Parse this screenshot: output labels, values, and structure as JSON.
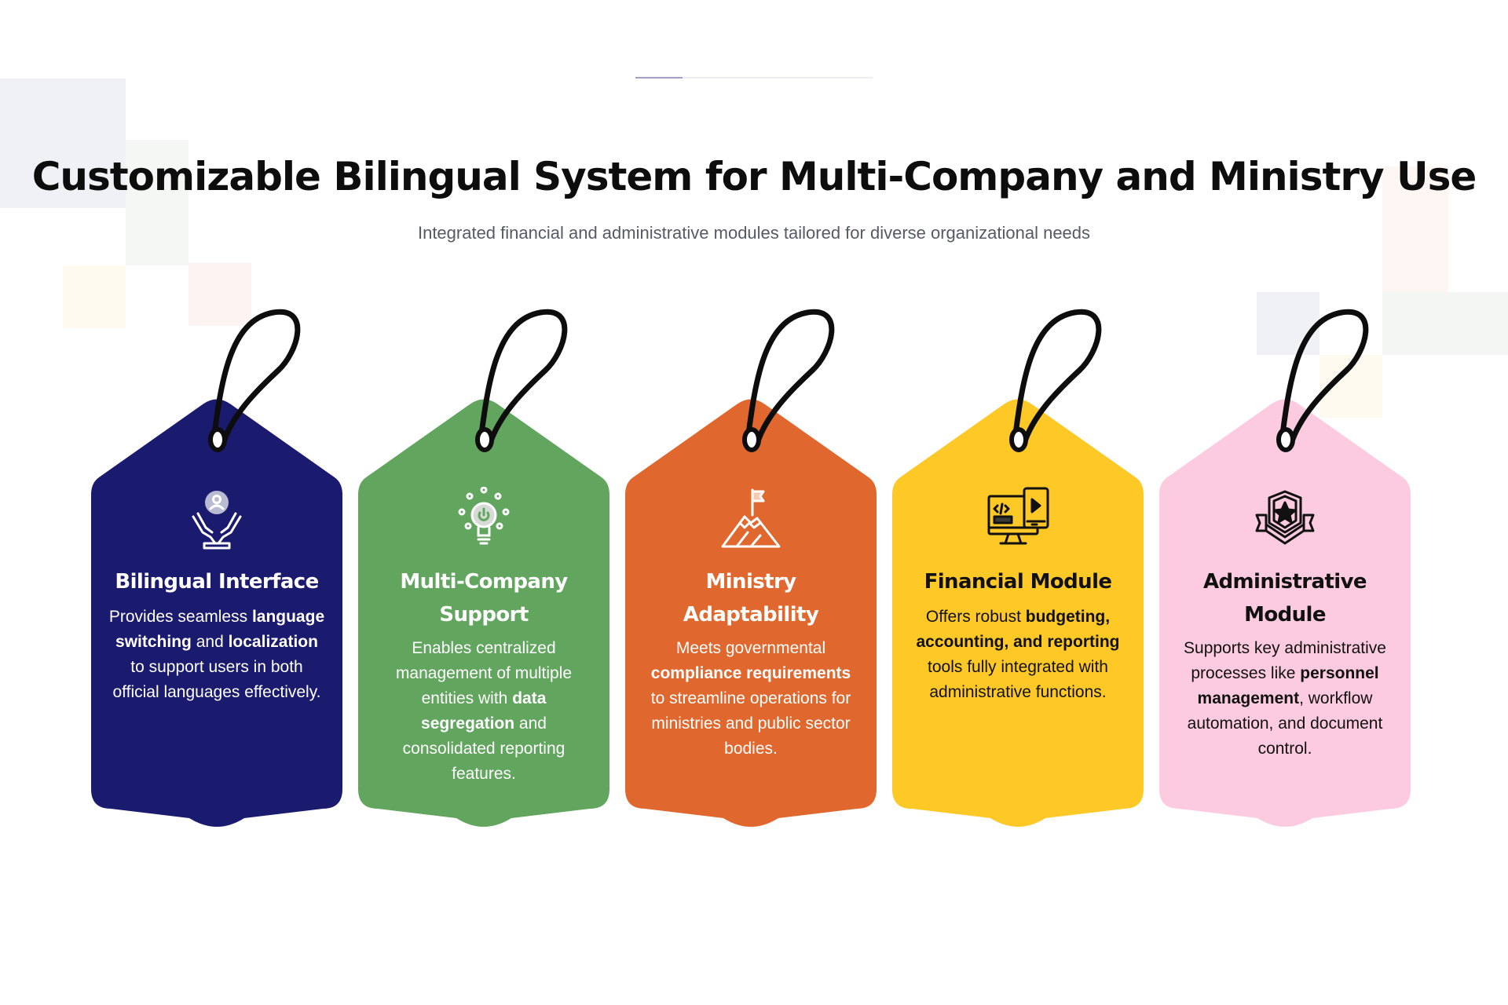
{
  "header": {
    "title": "Customizable Bilingual System for Multi-Company and Ministry Use",
    "subtitle": "Integrated financial and administrative modules tailored for diverse organizational needs"
  },
  "progress": {
    "fraction": 0.2
  },
  "tags": [
    {
      "title": "Bilingual Interface",
      "desc_parts": [
        {
          "text": "Provides seamless ",
          "bold": false
        },
        {
          "text": "language switching",
          "bold": true
        },
        {
          "text": " and ",
          "bold": false
        },
        {
          "text": "localization",
          "bold": true
        },
        {
          "text": " to support users in both official languages effectively.",
          "bold": false
        }
      ],
      "color": "#1a1a6e",
      "text_color": "#ffffff",
      "icon": "hands-user-badge-icon"
    },
    {
      "title": "Multi-Company Support",
      "desc_parts": [
        {
          "text": "Enables centralized management of multiple entities with ",
          "bold": false
        },
        {
          "text": "data segregation",
          "bold": true
        },
        {
          "text": " and consolidated reporting features.",
          "bold": false
        }
      ],
      "color": "#62a55e",
      "text_color": "#ffffff",
      "icon": "lightbulb-power-icon"
    },
    {
      "title": "Ministry Adaptability",
      "desc_parts": [
        {
          "text": "Meets governmental ",
          "bold": false
        },
        {
          "text": "compliance requirements",
          "bold": true
        },
        {
          "text": " to streamline operations for ministries and public sector bodies.",
          "bold": false
        }
      ],
      "color": "#e0682e",
      "text_color": "#ffffff",
      "icon": "mountain-flag-icon"
    },
    {
      "title": "Financial Module",
      "desc_parts": [
        {
          "text": "Offers robust ",
          "bold": false
        },
        {
          "text": "budgeting, accounting, and reporting",
          "bold": true
        },
        {
          "text": " tools fully integrated with administrative functions.",
          "bold": false
        }
      ],
      "color": "#fec826",
      "text_color": "#111111",
      "icon": "monitor-devices-icon"
    },
    {
      "title": "Administrative Module",
      "desc_parts": [
        {
          "text": "Supports key administrative processes like ",
          "bold": false
        },
        {
          "text": "personnel management",
          "bold": true
        },
        {
          "text": ", workflow automation, and document control.",
          "bold": false
        }
      ],
      "color": "#fccbe0",
      "text_color": "#111111",
      "icon": "star-shield-badge-icon"
    }
  ]
}
